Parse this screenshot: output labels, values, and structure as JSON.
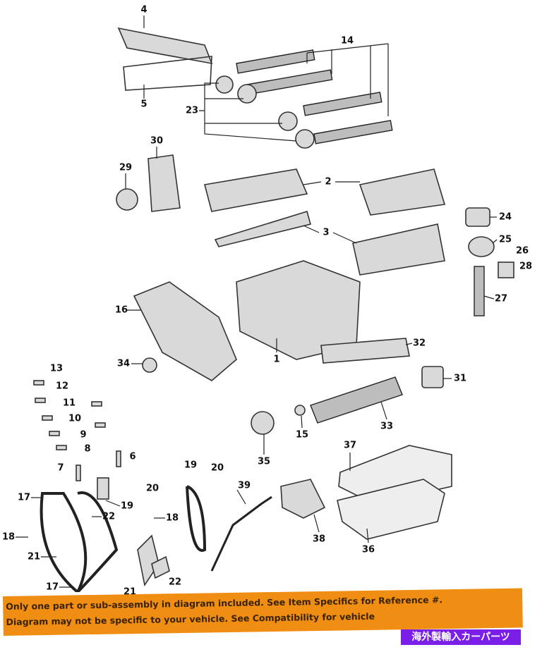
{
  "callouts": [
    "4",
    "5",
    "14",
    "23",
    "30",
    "29",
    "2",
    "3",
    "24",
    "25",
    "26",
    "28",
    "27",
    "16",
    "1",
    "32",
    "34",
    "31",
    "13",
    "12",
    "11",
    "10",
    "9",
    "8",
    "6",
    "7",
    "19",
    "20",
    "20",
    "39",
    "17",
    "19",
    "22",
    "18",
    "18",
    "21",
    "17",
    "21",
    "22",
    "35",
    "15",
    "33",
    "37",
    "38",
    "36"
  ],
  "banner": {
    "line1": "Only one part or sub-assembly in diagram included. See Item Specifics for Reference #.",
    "line2": "Diagram may not be specific to your vehicle. See Compatibility for vehicle"
  },
  "watermark": "海外製輸入カーパーツ",
  "colors": {
    "banner": "#ef8e12",
    "watermark_bg": "#7a1ee8"
  }
}
